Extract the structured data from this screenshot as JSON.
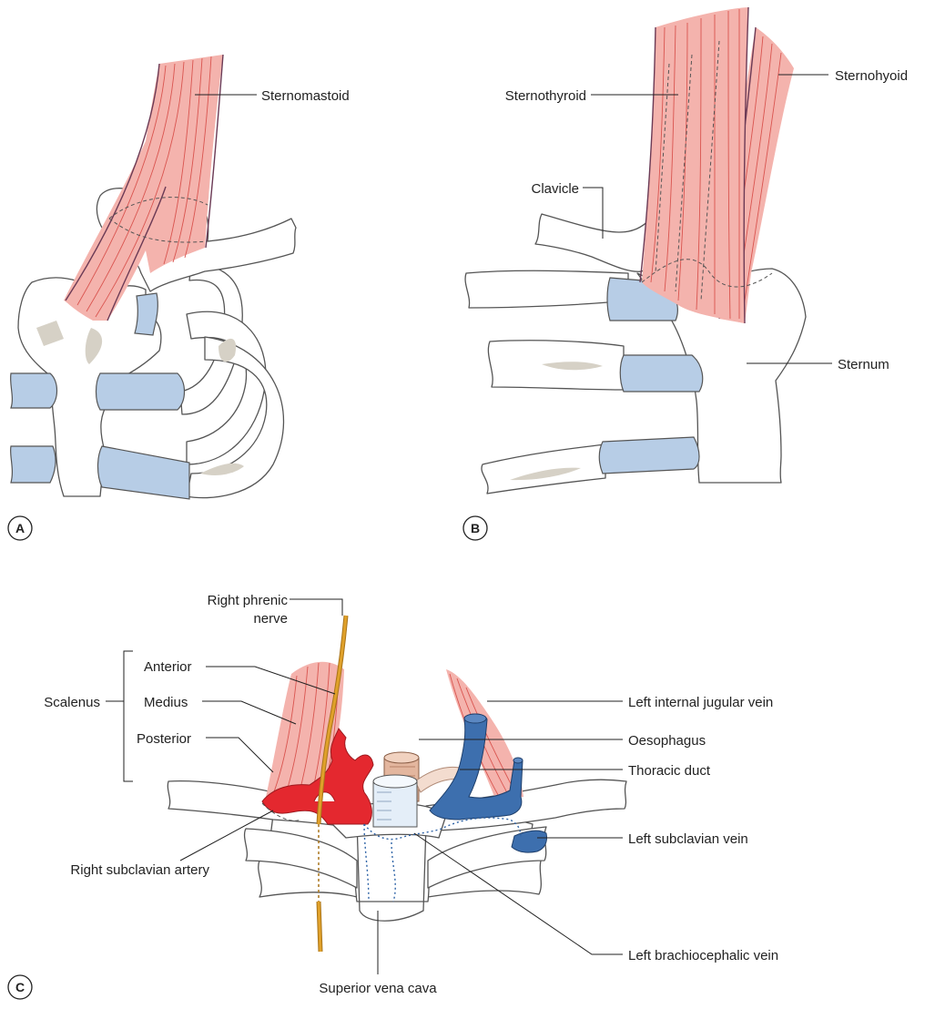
{
  "panels": {
    "a": {
      "badge": "A",
      "labels": {
        "sternomastoid": "Sternomastoid"
      }
    },
    "b": {
      "badge": "B",
      "labels": {
        "sternothyroid": "Sternothyroid",
        "sternohyoid": "Sternohyoid",
        "clavicle": "Clavicle",
        "sternum": "Sternum"
      }
    },
    "c": {
      "badge": "C",
      "labels": {
        "right_phrenic_nerve_1": "Right phrenic",
        "right_phrenic_nerve_2": "nerve",
        "scalenus": "Scalenus",
        "anterior": "Anterior",
        "medius": "Medius",
        "posterior": "Posterior",
        "left_internal_jugular_vein": "Left internal jugular vein",
        "oesophagus": "Oesophagus",
        "thoracic_duct": "Thoracic duct",
        "left_subclavian_vein": "Left subclavian vein",
        "right_subclavian_artery": "Right subclavian artery",
        "left_brachiocephalic_vein": "Left brachiocephalic vein",
        "superior_vena_cava": "Superior vena cava"
      }
    }
  },
  "colors": {
    "muscle": "#f4b3ad",
    "cartilage": "#b7cde6",
    "artery": "#e4282f",
    "vein": "#3d6fae",
    "nerve": "#e0a12a",
    "oesophagus": "#e3b69e",
    "trachea": "#e4eef8"
  }
}
